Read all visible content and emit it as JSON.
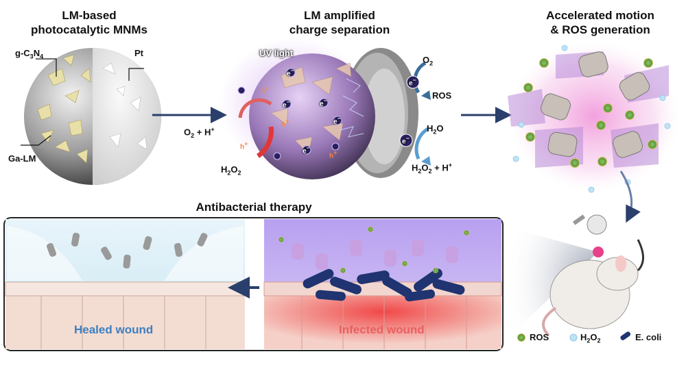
{
  "titles": {
    "panel1": [
      "LM-based",
      "photocatalytic MNMs"
    ],
    "panel2": [
      "LM amplified",
      "charge separation"
    ],
    "panel3": [
      "Accelerated motion",
      "& ROS generation"
    ],
    "bottom": "Antibacterial therapy"
  },
  "particle_labels": {
    "g_c3n4": {
      "base": "g-C",
      "sub1": "3",
      "mid": "N",
      "sub2": "4"
    },
    "pt": "Pt",
    "ga_lm": "Ga-LM"
  },
  "mechanism": {
    "uv_light": "UV light",
    "o2_h": {
      "a": "O",
      "sub": "2",
      "b": " + H",
      "sup": "+"
    },
    "h2o2": {
      "a": "H",
      "sub1": "2",
      "b": "O",
      "sub2": "2"
    },
    "o2": {
      "a": "O",
      "sub": "2"
    },
    "ros": "ROS",
    "h2o": {
      "a": "H",
      "sub": "2",
      "b": "O"
    },
    "h2o2_h": {
      "a": "H",
      "sub1": "2",
      "b": "O",
      "sub2": "2",
      "c": " + H",
      "sup": "+"
    },
    "electron": "e",
    "hole": "h",
    "minus": "−",
    "plus": "+"
  },
  "wounds": {
    "healed": "Healed wound",
    "infected": "Infected wound"
  },
  "legend": {
    "ros": "ROS",
    "h2o2": {
      "a": "H",
      "sub1": "2",
      "b": "O",
      "sub2": "2"
    },
    "ecoli": "E. coli"
  },
  "colors": {
    "arrow": "#2a3f6b",
    "ros_green": "#6aa84f",
    "h2o2_blue": "#a8d8ee",
    "ecoli_blue": "#1f3470",
    "infected_red": "#e05050",
    "healed_blue": "#3d7fc2",
    "uv_purple": "#b58be0"
  }
}
